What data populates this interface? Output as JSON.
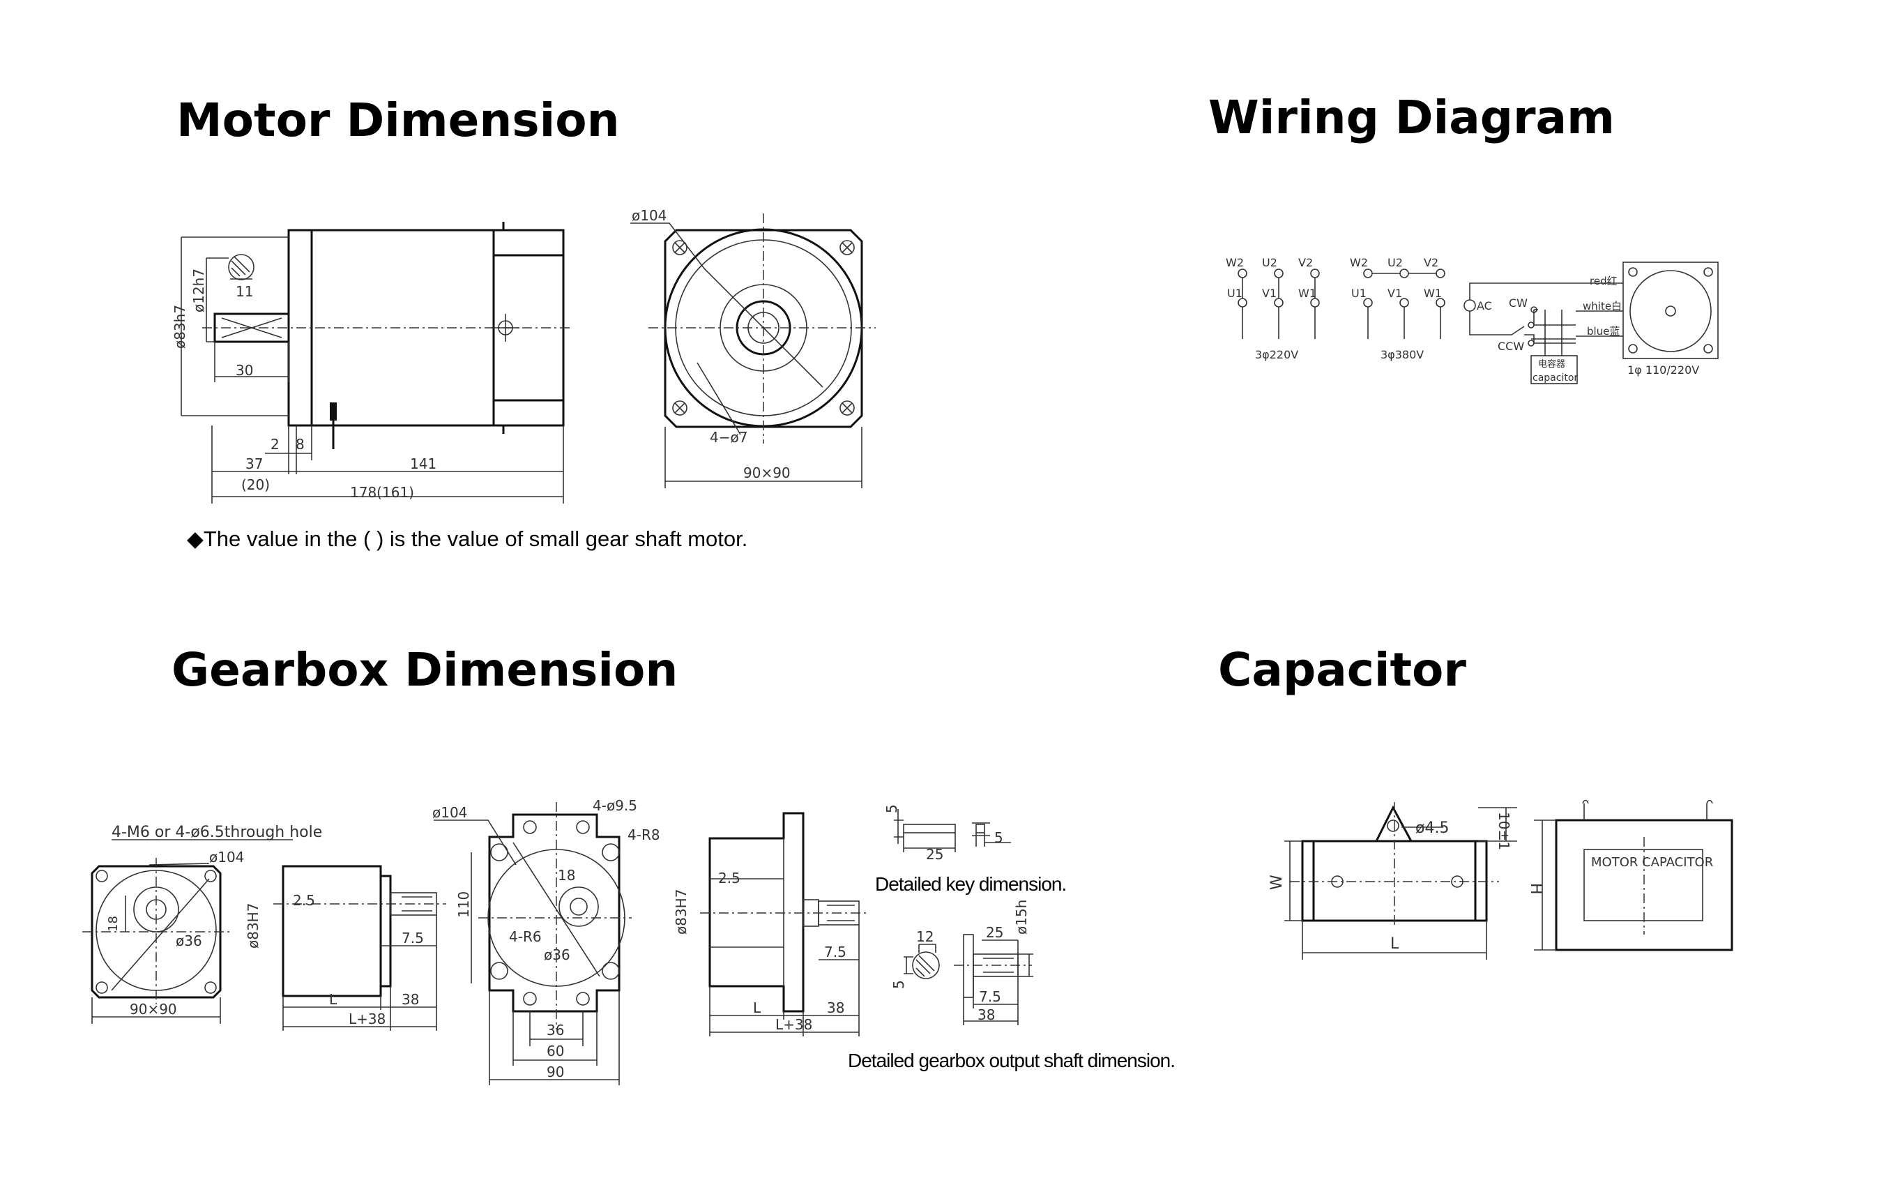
{
  "headings": {
    "motor": "Motor Dimension",
    "wiring": "Wiring Diagram",
    "gearbox": "Gearbox Dimension",
    "capacitor": "Capacitor"
  },
  "motor_dimension": {
    "note": "◆The value in the ( ) is the value of small gear shaft motor.",
    "labels": {
      "d83h7": "ø83h7",
      "d12h7": "ø12h7",
      "eleven": "11",
      "thirty": "30",
      "two": "2",
      "eight": "8",
      "thirtyseven": "37",
      "twenty": "(20)",
      "onefortyone": "141",
      "total": "178(161)",
      "d104": "ø104",
      "holes": "4−ø7",
      "square": "90×90"
    }
  },
  "wiring_diagram": {
    "three_phase_220": {
      "top": [
        "W2",
        "U2",
        "V2"
      ],
      "bottom": [
        "U1",
        "V1",
        "W1"
      ],
      "label": "3φ220V"
    },
    "three_phase_380": {
      "top": [
        "W2",
        "U2",
        "V2"
      ],
      "bottom": [
        "U1",
        "V1",
        "W1"
      ],
      "label": "3φ380V"
    },
    "single_phase": {
      "ac": "AC",
      "cw": "CW",
      "ccw": "CCW",
      "capacitor_cn": "电容器",
      "capacitor_en": "capacitor",
      "wires": [
        "red红",
        "white白",
        "blue蓝"
      ],
      "label": "1φ  110/220V"
    }
  },
  "gearbox_dimension": {
    "labels": {
      "mount_holes": "4-M6 or 4-ø6.5through hole",
      "d104_a": "ø104",
      "eighteen_a": "18",
      "d36_a": "ø36",
      "square": "90×90",
      "d83h7_a": "ø83H7",
      "two_five_a": "2.5",
      "seven_five_a": "7.5",
      "l_a": "L",
      "thirtyeight_a": "38",
      "lplus_a": "L+38",
      "d104_b": "ø104",
      "holes_b": "4-ø9.5",
      "r8": "4-R8",
      "one_ten": "110",
      "eighteen_b": "18",
      "r6": "4-R6",
      "d36_b": "ø36",
      "thirtysix": "36",
      "sixty": "60",
      "ninety": "90",
      "d83h7_b": "ø83H7",
      "two_five_b": "2.5",
      "seven_five_b": "7.5",
      "l_b": "L",
      "thirtyeight_b": "38",
      "lplus_b": "L+38",
      "key_five": "5",
      "key_25": "25",
      "key_5b": "5",
      "shaft_12": "12",
      "shaft_25": "25",
      "shaft_d15": "ø15h",
      "shaft_5": "5",
      "shaft_75": "7.5",
      "shaft_38": "38"
    },
    "key_caption": "Detailed key dimension.",
    "shaft_caption": "Detailed gearbox output shaft dimension."
  },
  "capacitor": {
    "labels": {
      "hole": "ø4.5",
      "ten": "10±1",
      "w": "W",
      "l": "L",
      "h": "H",
      "body": "MOTOR CAPACITOR"
    }
  }
}
